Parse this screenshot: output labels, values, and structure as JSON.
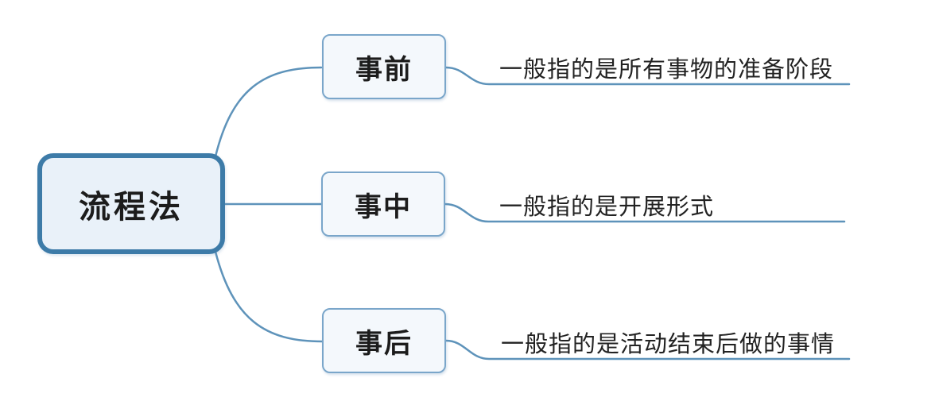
{
  "diagram": {
    "type": "mindmap",
    "root": {
      "label": "流程法"
    },
    "branches": [
      {
        "label": "事前",
        "description": "一般指的是所有事物的准备阶段"
      },
      {
        "label": "事中",
        "description": "一般指的是开展形式"
      },
      {
        "label": "事后",
        "description": "一般指的是活动结束后做的事情"
      }
    ],
    "colors": {
      "root_border": "#3d7ba8",
      "root_fill": "#e9f1f9",
      "child_border": "#7aa6ca",
      "child_fill": "#f4f8fc",
      "connector": "#5e93ba",
      "text": "#1c1c1c",
      "background": "#ffffff"
    }
  }
}
